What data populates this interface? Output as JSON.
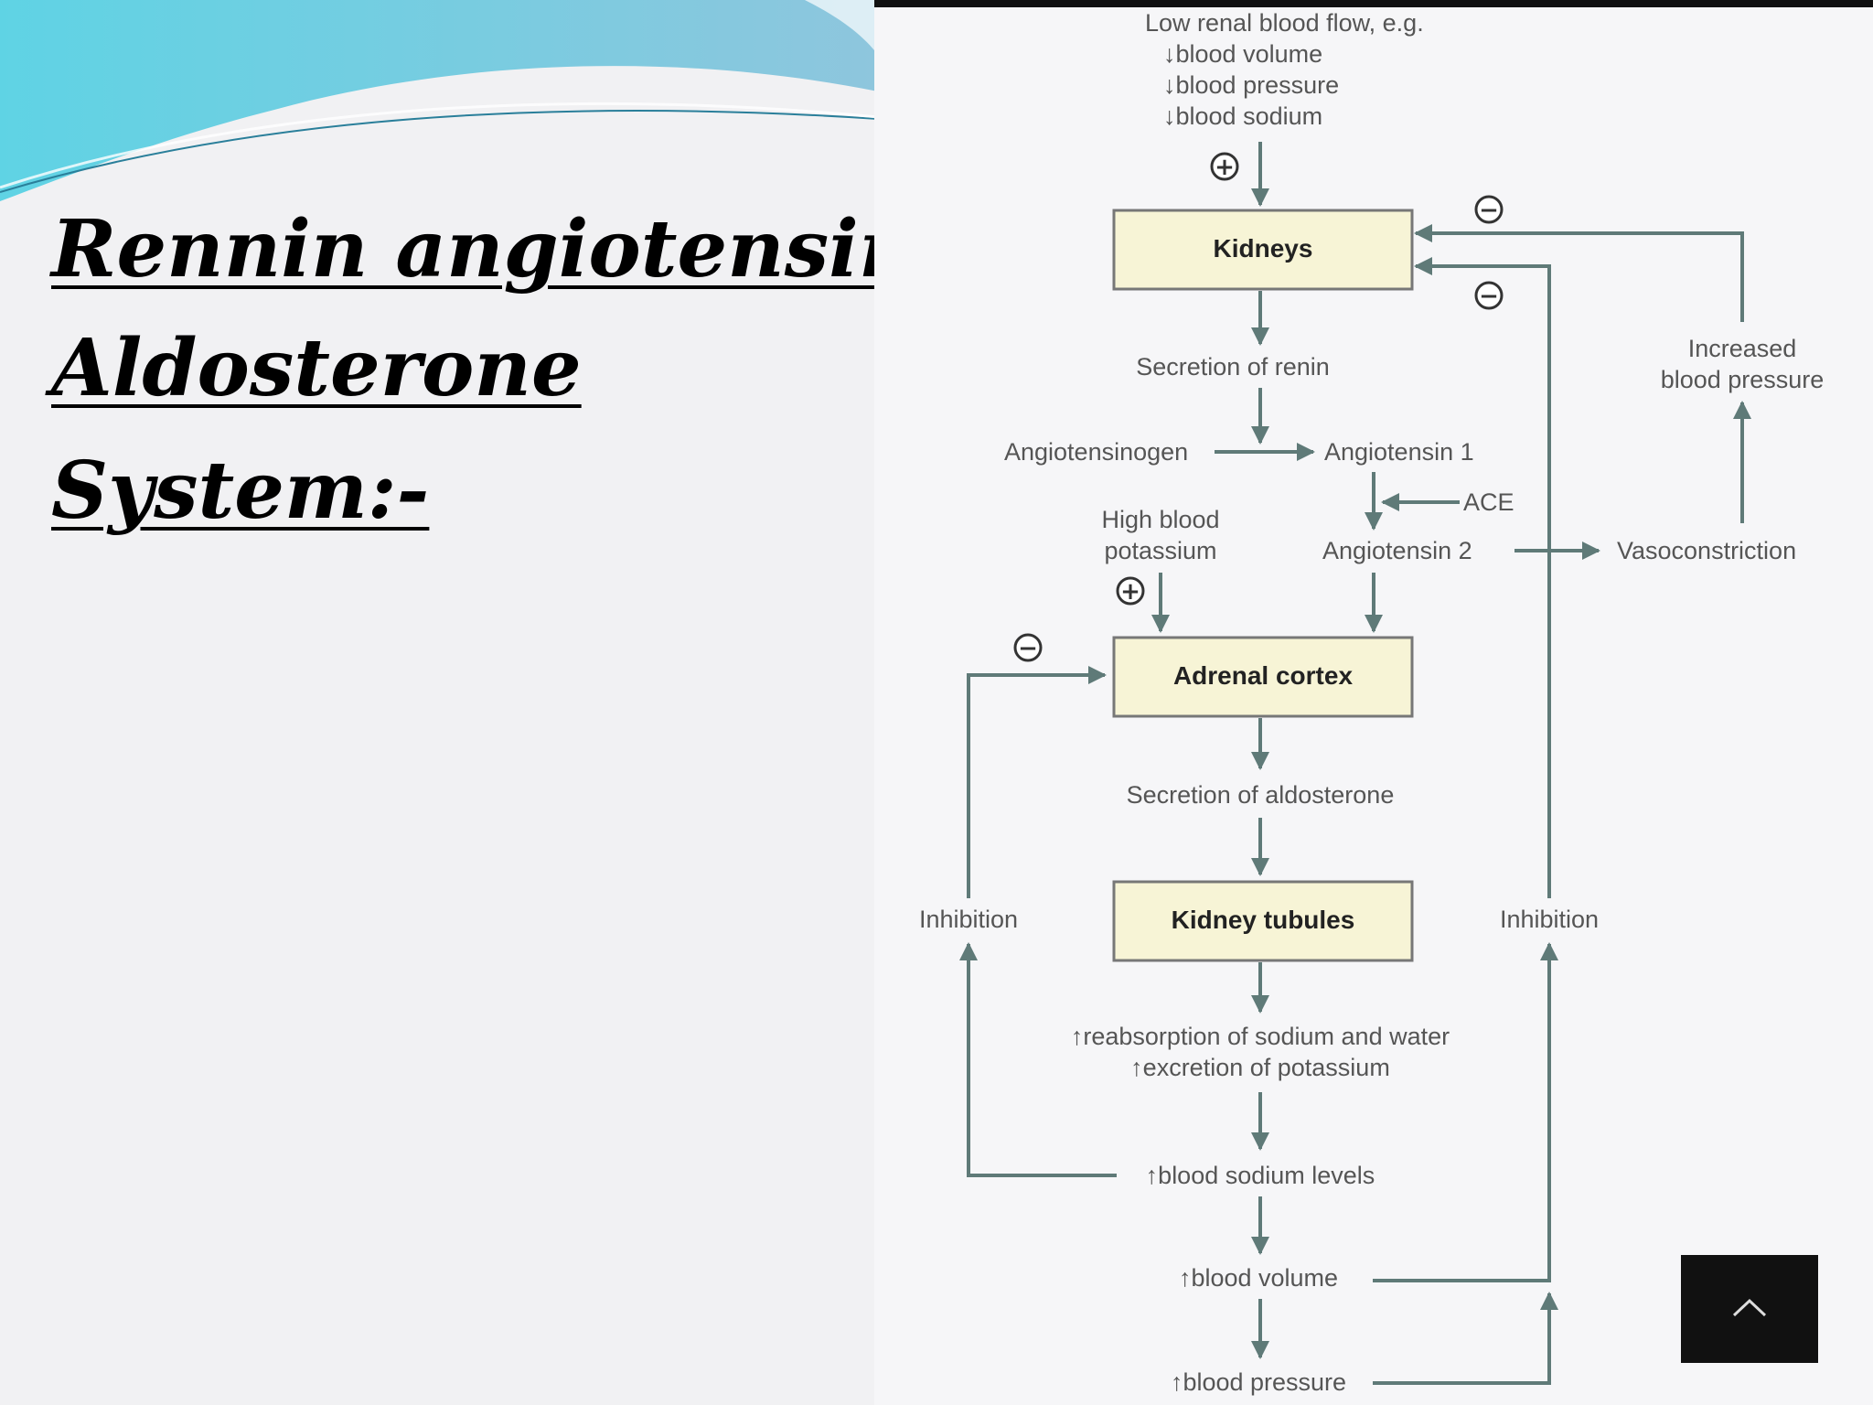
{
  "title": {
    "line1": "Rennin angiotensin",
    "line2": "Aldosterone",
    "line3": "System:-"
  },
  "diagram": {
    "trigger": {
      "line1": "Low renal blood flow, e.g.",
      "line2": "↓blood volume",
      "line3": "↓blood pressure",
      "line4": "↓blood sodium"
    },
    "kidneys": "Kidneys",
    "renin": "Secretion of renin",
    "angiotensinogen": "Angiotensinogen",
    "angiotensin1": "Angiotensin 1",
    "ace": "ACE",
    "high_k_line1": "High blood",
    "high_k_line2": "potassium",
    "angiotensin2": "Angiotensin 2",
    "vasoconstriction": "Vasoconstriction",
    "increased_bp_line1": "Increased",
    "increased_bp_line2": "blood pressure",
    "adrenal_cortex": "Adrenal cortex",
    "aldosterone": "Secretion of aldosterone",
    "kidney_tubules": "Kidney tubules",
    "inhibition_left": "Inhibition",
    "inhibition_right": "Inhibition",
    "reabsorption_line1": "↑reabsorption of sodium and water",
    "reabsorption_line2": "↑excretion of potassium",
    "sodium_levels": "↑blood sodium levels",
    "blood_volume": "↑blood volume",
    "blood_pressure": "↑blood pressure",
    "plus_sign": "+",
    "minus_sign": "−"
  },
  "colors": {
    "wave_dark": "#63c4df",
    "wave_light": "#a8e6f2",
    "box_fill": "#f7f4d6",
    "line": "#5f7a78"
  },
  "icons": {
    "scroll_top": "chevron-up-icon"
  }
}
